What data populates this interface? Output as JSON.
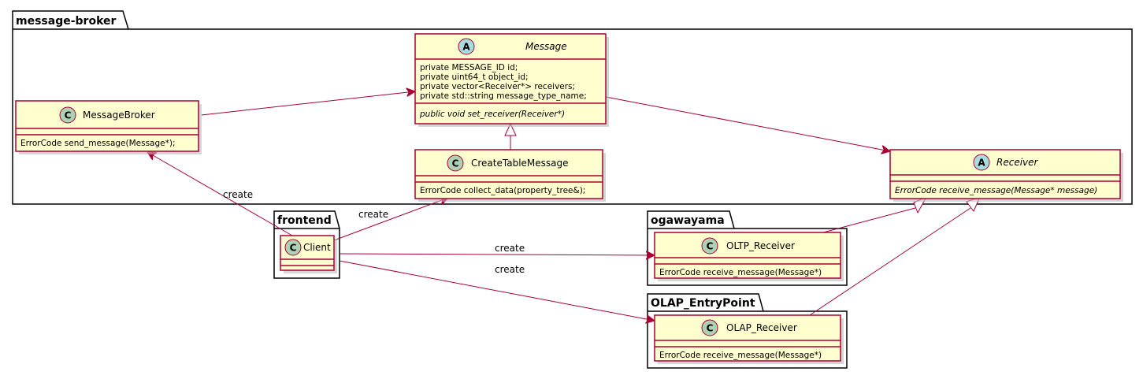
{
  "packages": {
    "message_broker": "message-broker",
    "frontend": "frontend",
    "ogawayama": "ogawayama",
    "olap_entrypoint": "OLAP_EntryPoint"
  },
  "classes": {
    "message": {
      "stereotype": "A",
      "name": "Message",
      "fields": [
        "private MESSAGE_ID id;",
        "private uint64_t object_id;",
        "private vector<Receiver*> receivers;",
        "private std::string message_type_name;"
      ],
      "methods": [
        "public void set_receiver(Receiver*)"
      ]
    },
    "message_broker": {
      "stereotype": "C",
      "name": "MessageBroker",
      "methods": [
        "ErrorCode send_message(Message*);"
      ]
    },
    "create_table_message": {
      "stereotype": "C",
      "name": "CreateTableMessage",
      "methods": [
        "ErrorCode collect_data(property_tree&);"
      ]
    },
    "receiver": {
      "stereotype": "A",
      "name": "Receiver",
      "methods": [
        "ErrorCode receive_message(Message* message)"
      ]
    },
    "client": {
      "stereotype": "C",
      "name": "Client"
    },
    "oltp_receiver": {
      "stereotype": "C",
      "name": "OLTP_Receiver",
      "methods": [
        "ErrorCode receive_message(Message*)"
      ]
    },
    "olap_receiver": {
      "stereotype": "C",
      "name": "OLAP_Receiver",
      "methods": [
        "ErrorCode receive_message(Message*)"
      ]
    }
  },
  "relations": {
    "client_to_broker": "create",
    "client_to_create_table": "create",
    "client_to_oltp": "create",
    "client_to_olap": "create"
  },
  "colors": {
    "class_fill": "#FEFECE",
    "class_border": "#A80036",
    "edge": "#A80036",
    "circle_c": "#ADD1B2",
    "circle_a": "#A9DCDF",
    "package_border": "#000000",
    "shadow": "#BBBBBB"
  }
}
